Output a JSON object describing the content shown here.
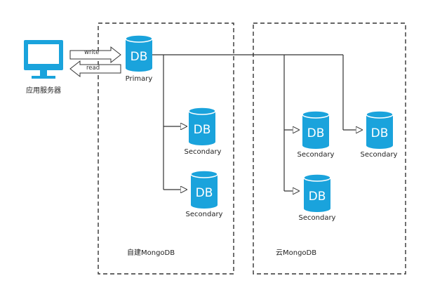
{
  "server": {
    "label": "应用服务器",
    "icon": "monitor-icon"
  },
  "arrows": {
    "write_label": "write",
    "read_label": "read"
  },
  "self_built": {
    "label": "自建MongoDB",
    "primary": {
      "db_text": "DB",
      "role": "Primary"
    },
    "secondaries": [
      {
        "db_text": "DB",
        "role": "Secondary"
      },
      {
        "db_text": "DB",
        "role": "Secondary"
      }
    ]
  },
  "cloud": {
    "label": "云MongoDB",
    "secondaries": [
      {
        "db_text": "DB",
        "role": "Secondary"
      },
      {
        "db_text": "DB",
        "role": "Secondary"
      },
      {
        "db_text": "DB",
        "role": "Secondary"
      }
    ]
  },
  "colors": {
    "db_fill": "#1aa3dc",
    "db_dark": "#0d87bb",
    "line": "#333333",
    "border": "#333333"
  }
}
